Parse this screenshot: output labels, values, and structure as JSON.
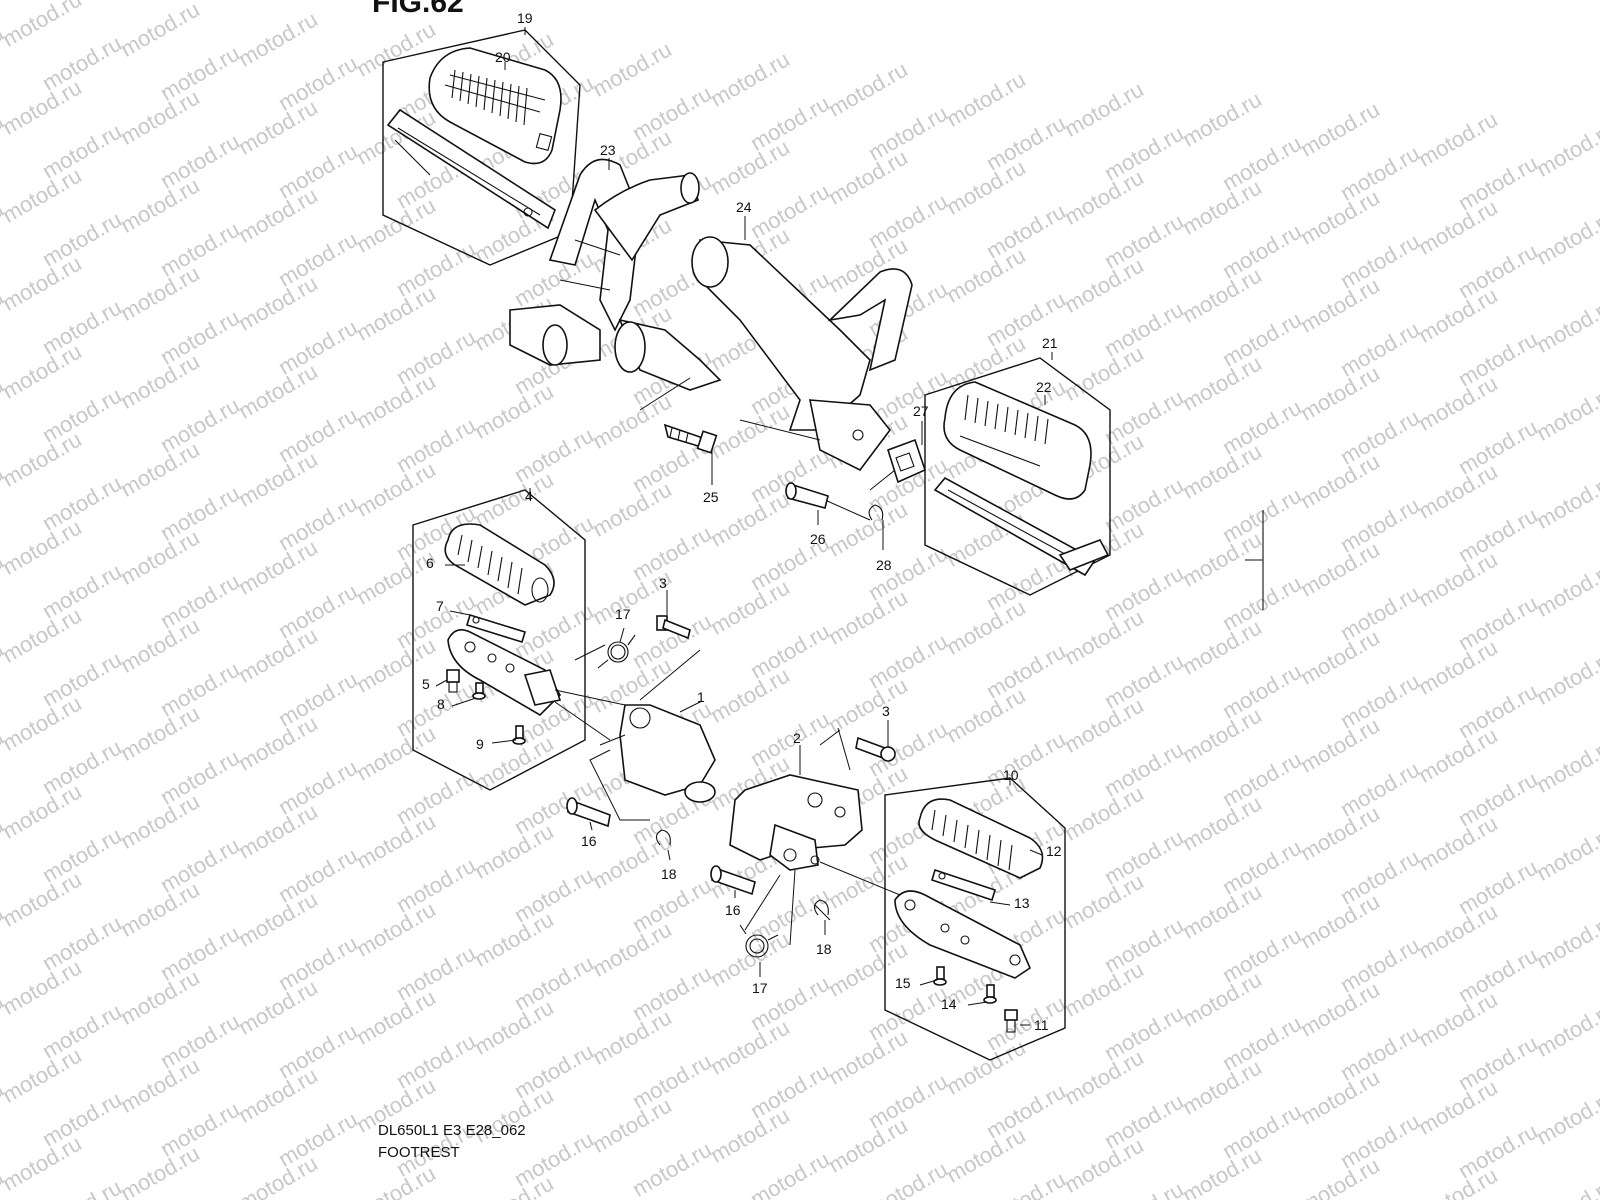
{
  "header": {
    "figure_title": "FIG.62"
  },
  "footer": {
    "model_code": "DL650L1 E3 E28_062",
    "section_name": "FOOTREST"
  },
  "watermark": {
    "text": "motod.ru"
  },
  "callouts": {
    "c1": "1",
    "c2": "2",
    "c3a": "3",
    "c3b": "3",
    "c4": "4",
    "c5": "5",
    "c6": "6",
    "c7": "7",
    "c8": "8",
    "c9": "9",
    "c10": "10",
    "c11": "11",
    "c12": "12",
    "c13": "13",
    "c14": "14",
    "c15": "15",
    "c16a": "16",
    "c16b": "16",
    "c17a": "17",
    "c17b": "17",
    "c18a": "18",
    "c18b": "18",
    "c19": "19",
    "c20": "20",
    "c21": "21",
    "c22": "22",
    "c23": "23",
    "c24": "24",
    "c25": "25",
    "c26": "26",
    "c27": "27",
    "c28": "28"
  }
}
